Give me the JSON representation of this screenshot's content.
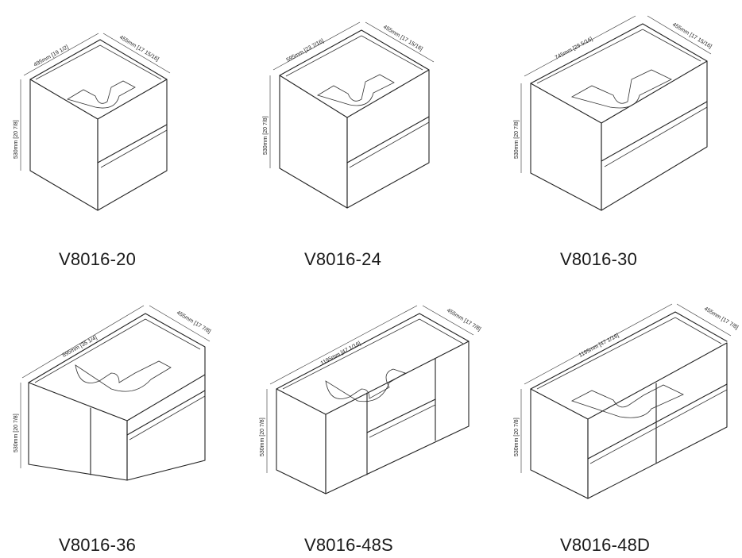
{
  "models": [
    {
      "model": "V8016-20",
      "width": "495mm [19 1/2]",
      "depth": "455mm [17 15/16]",
      "height": "530mm [20 7/8]"
    },
    {
      "model": "V8016-24",
      "width": "595mm [23 7/16]",
      "depth": "455mm [17 15/16]",
      "height": "530mm [20 7/8]"
    },
    {
      "model": "V8016-30",
      "width": "745mm [29 5/16]",
      "depth": "455mm [17 15/16]",
      "height": "530mm [20 7/8]"
    },
    {
      "model": "V8016-36",
      "width": "895mm [35 1/4]",
      "depth": "455mm [17 7/8]",
      "height": "530mm [20 7/8]"
    },
    {
      "model": "V8016-48S",
      "width": "1195mm [47 1/16]",
      "depth": "455mm [17 7/8]",
      "height": "530mm [20 7/8]"
    },
    {
      "model": "V8016-48D",
      "width": "1195mm [47 1/16]",
      "depth": "455mm [17 7/8]",
      "height": "530mm [20 7/8]"
    }
  ]
}
